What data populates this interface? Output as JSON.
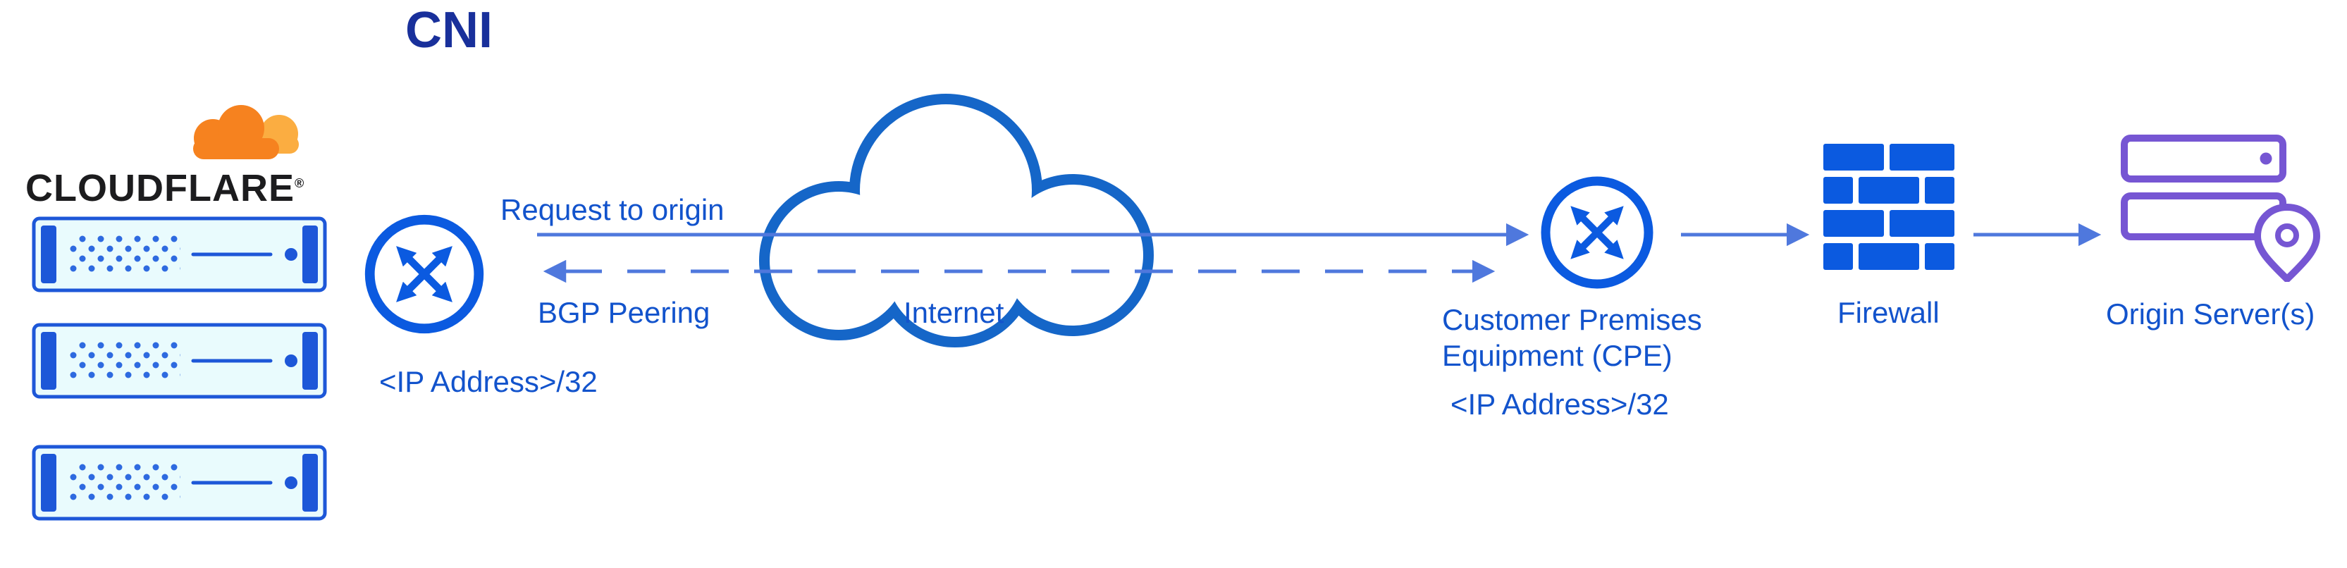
{
  "title": "CNI",
  "cloudflare": {
    "wordmark": "CLOUDFLARE",
    "registered": "®"
  },
  "flow": {
    "request_label": "Request to origin",
    "bgp_label": "BGP Peering"
  },
  "nodes": {
    "cni_router": {
      "ip": "<IP Address>/32"
    },
    "internet": {
      "label": "Internet"
    },
    "cpe": {
      "name_line1": "Customer Premises",
      "name_line2": "Equipment (CPE)",
      "ip": "<IP Address>/32"
    },
    "firewall": {
      "label": "Firewall"
    },
    "origin": {
      "label": "Origin Server(s)"
    }
  },
  "colors": {
    "label_blue": "#1253cc",
    "title_navy": "#19309b",
    "icon_blue": "#0b5ae0",
    "server_edge_blue": "#1d57d8",
    "server_fill": "#e9fbfd",
    "connector_blue": "#4f78dd",
    "cloud_stroke_blue": "#1566c8",
    "cloudflare_orange": "#f6821f",
    "cloudflare_orange_light": "#fbad41",
    "origin_purple": "#7656d3",
    "wordmark_black": "#1c1c1e"
  },
  "icons": {
    "cloudflare_logo": "cloudflare-logo-icon",
    "edge_server": "edge-server-icon",
    "cni_router": "router-icon",
    "internet": "cloud-icon",
    "cpe_router": "router-icon",
    "firewall": "firewall-brick-icon",
    "origin": "origin-server-location-pin-icon"
  }
}
